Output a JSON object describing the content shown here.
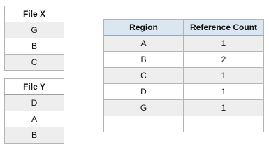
{
  "file_x": {
    "header": "File X",
    "rows": [
      "G",
      "B",
      "C"
    ]
  },
  "file_y": {
    "header": "File Y",
    "rows": [
      "D",
      "A",
      "B"
    ]
  },
  "region_table": {
    "headers": [
      "Region",
      "Reference Count"
    ],
    "rows": [
      [
        "A",
        "1"
      ],
      [
        "B",
        "2"
      ],
      [
        "C",
        "1"
      ],
      [
        "D",
        "1"
      ],
      [
        "G",
        "1"
      ],
      [
        "",
        ""
      ]
    ]
  }
}
